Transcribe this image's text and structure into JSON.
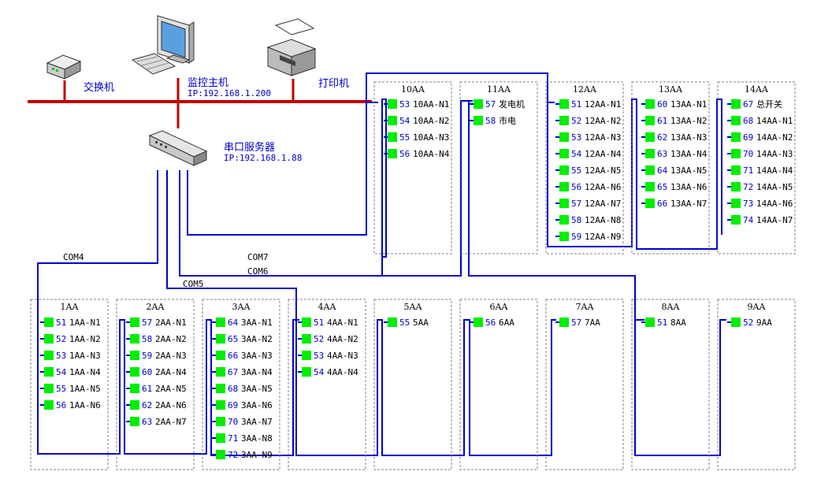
{
  "network": {
    "switch_label": "交换机",
    "host_label": "监控主机",
    "host_ip": "IP:192.168.1.200",
    "printer_label": "打印机",
    "server_label": "串口服务器",
    "server_ip": "IP:192.168.1.88"
  },
  "com_labels": [
    "COM4",
    "COM5",
    "COM6",
    "COM7"
  ],
  "colors": {
    "bus": "#c00000",
    "serial_line": "#0000cc",
    "device_square": "#00ee00",
    "cabinet_border": "#808080"
  },
  "top_cabinets": [
    {
      "title": "10AA",
      "devices": [
        {
          "num": "53",
          "name": "10AA-N1"
        },
        {
          "num": "54",
          "name": "10AA-N2"
        },
        {
          "num": "55",
          "name": "10AA-N3"
        },
        {
          "num": "56",
          "name": "10AA-N4"
        }
      ]
    },
    {
      "title": "11AA",
      "devices": [
        {
          "num": "57",
          "name": "发电机"
        },
        {
          "num": "58",
          "name": "市电"
        }
      ]
    },
    {
      "title": "12AA",
      "devices": [
        {
          "num": "51",
          "name": "12AA-N1"
        },
        {
          "num": "52",
          "name": "12AA-N2"
        },
        {
          "num": "53",
          "name": "12AA-N3"
        },
        {
          "num": "54",
          "name": "12AA-N4"
        },
        {
          "num": "55",
          "name": "12AA-N5"
        },
        {
          "num": "56",
          "name": "12AA-N6"
        },
        {
          "num": "57",
          "name": "12AA-N7"
        },
        {
          "num": "58",
          "name": "12AA-N8"
        },
        {
          "num": "59",
          "name": "12AA-N9"
        }
      ]
    },
    {
      "title": "13AA",
      "devices": [
        {
          "num": "60",
          "name": "13AA-N1"
        },
        {
          "num": "61",
          "name": "13AA-N2"
        },
        {
          "num": "62",
          "name": "13AA-N3"
        },
        {
          "num": "63",
          "name": "13AA-N4"
        },
        {
          "num": "64",
          "name": "13AA-N5"
        },
        {
          "num": "65",
          "name": "13AA-N6"
        },
        {
          "num": "66",
          "name": "13AA-N7"
        }
      ]
    },
    {
      "title": "14AA",
      "devices": [
        {
          "num": "67",
          "name": "总开关"
        },
        {
          "num": "68",
          "name": "14AA-N1"
        },
        {
          "num": "69",
          "name": "14AA-N2"
        },
        {
          "num": "70",
          "name": "14AA-N3"
        },
        {
          "num": "71",
          "name": "14AA-N4"
        },
        {
          "num": "72",
          "name": "14AA-N5"
        },
        {
          "num": "73",
          "name": "14AA-N6"
        },
        {
          "num": "74",
          "name": "14AA-N7"
        }
      ]
    }
  ],
  "bottom_cabinets": [
    {
      "title": "1AA",
      "devices": [
        {
          "num": "51",
          "name": "1AA-N1"
        },
        {
          "num": "52",
          "name": "1AA-N2"
        },
        {
          "num": "53",
          "name": "1AA-N3"
        },
        {
          "num": "54",
          "name": "1AA-N4"
        },
        {
          "num": "55",
          "name": "1AA-N5"
        },
        {
          "num": "56",
          "name": "1AA-N6"
        }
      ]
    },
    {
      "title": "2AA",
      "devices": [
        {
          "num": "57",
          "name": "2AA-N1"
        },
        {
          "num": "58",
          "name": "2AA-N2"
        },
        {
          "num": "59",
          "name": "2AA-N3"
        },
        {
          "num": "60",
          "name": "2AA-N4"
        },
        {
          "num": "61",
          "name": "2AA-N5"
        },
        {
          "num": "62",
          "name": "2AA-N6"
        },
        {
          "num": "63",
          "name": "2AA-N7"
        }
      ]
    },
    {
      "title": "3AA",
      "devices": [
        {
          "num": "64",
          "name": "3AA-N1"
        },
        {
          "num": "65",
          "name": "3AA-N2"
        },
        {
          "num": "66",
          "name": "3AA-N3"
        },
        {
          "num": "67",
          "name": "3AA-N4"
        },
        {
          "num": "68",
          "name": "3AA-N5"
        },
        {
          "num": "69",
          "name": "3AA-N6"
        },
        {
          "num": "70",
          "name": "3AA-N7"
        },
        {
          "num": "71",
          "name": "3AA-N8"
        },
        {
          "num": "72",
          "name": "3AA-N9"
        }
      ]
    },
    {
      "title": "4AA",
      "devices": [
        {
          "num": "51",
          "name": "4AA-N1"
        },
        {
          "num": "52",
          "name": "4AA-N2"
        },
        {
          "num": "53",
          "name": "4AA-N3"
        },
        {
          "num": "54",
          "name": "4AA-N4"
        }
      ]
    },
    {
      "title": "5AA",
      "devices": [
        {
          "num": "55",
          "name": "5AA"
        }
      ]
    },
    {
      "title": "6AA",
      "devices": [
        {
          "num": "56",
          "name": "6AA"
        }
      ]
    },
    {
      "title": "7AA",
      "devices": [
        {
          "num": "57",
          "name": "7AA"
        }
      ]
    },
    {
      "title": "8AA",
      "devices": [
        {
          "num": "51",
          "name": "8AA"
        }
      ]
    },
    {
      "title": "9AA",
      "devices": [
        {
          "num": "52",
          "name": "9AA"
        }
      ]
    }
  ]
}
